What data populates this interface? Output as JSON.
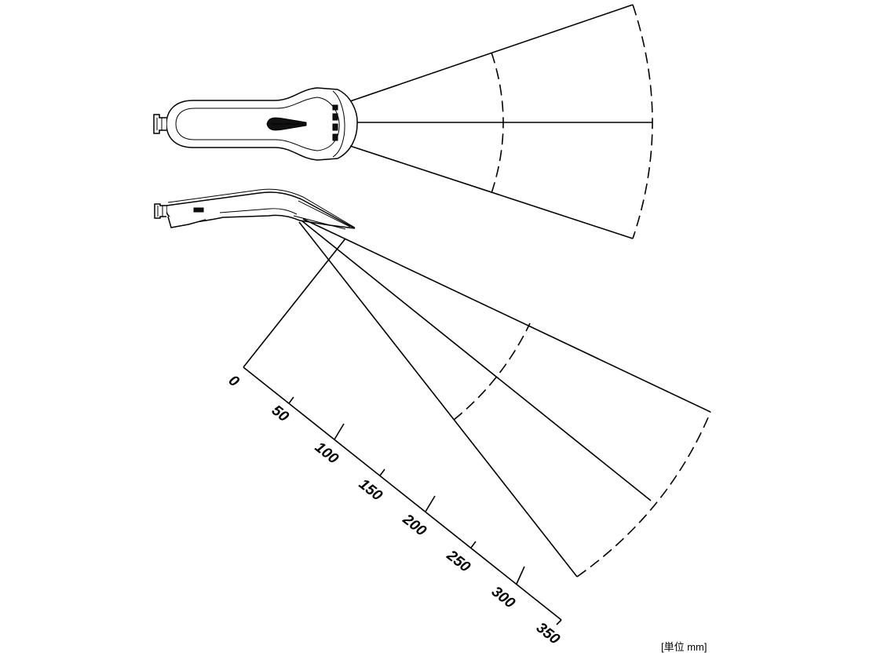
{
  "scale": {
    "unit_text": "[単位 mm]",
    "ticks": [
      "0",
      "50",
      "100",
      "150",
      "200",
      "250",
      "300",
      "350"
    ]
  },
  "colors": {
    "line": "#000000",
    "background": "#ffffff"
  }
}
